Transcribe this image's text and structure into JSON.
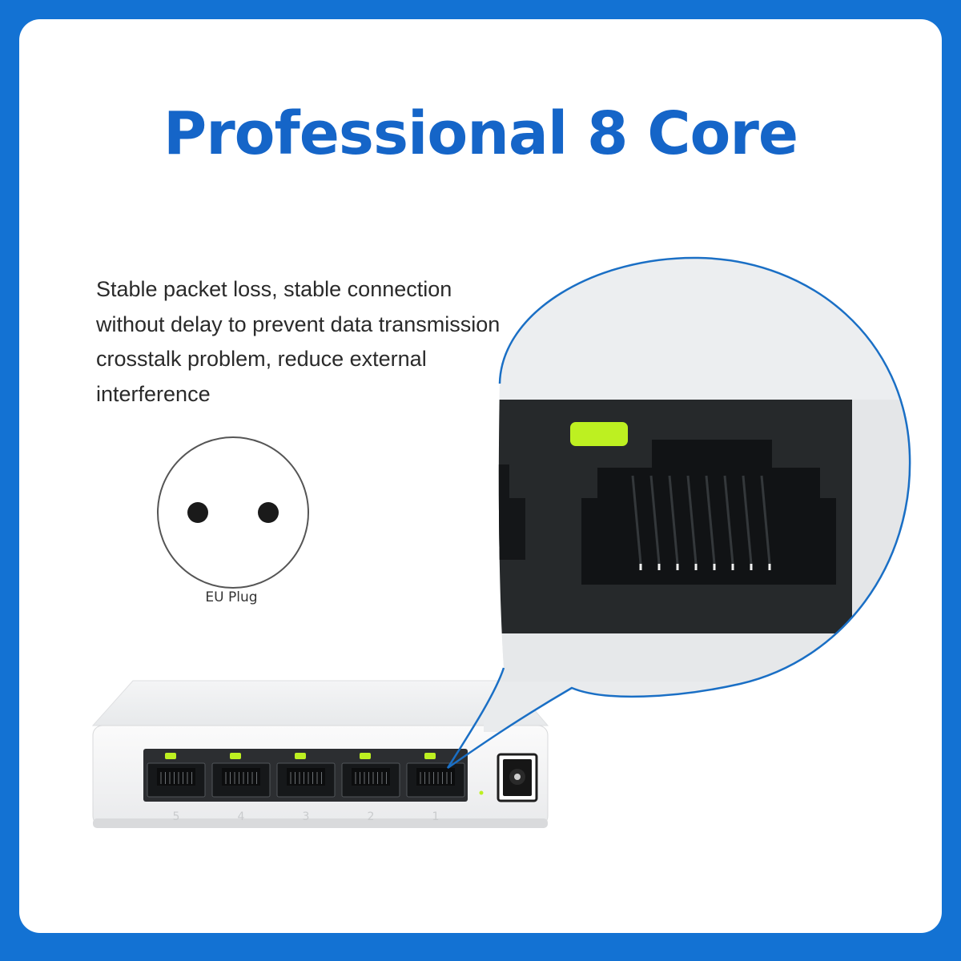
{
  "headline": "Professional 8 Core",
  "description": "Stable packet loss, stable connection without delay to prevent data transmission crosstalk problem, reduce external interference",
  "plug": {
    "label": "EU Plug"
  },
  "device": {
    "port_numbers": [
      "5",
      "4",
      "3",
      "2",
      "1"
    ],
    "led_color": "#bdf021"
  },
  "colors": {
    "frame": "#1372d3",
    "headline": "#1565c8",
    "callout_border": "#1a6fc5"
  }
}
